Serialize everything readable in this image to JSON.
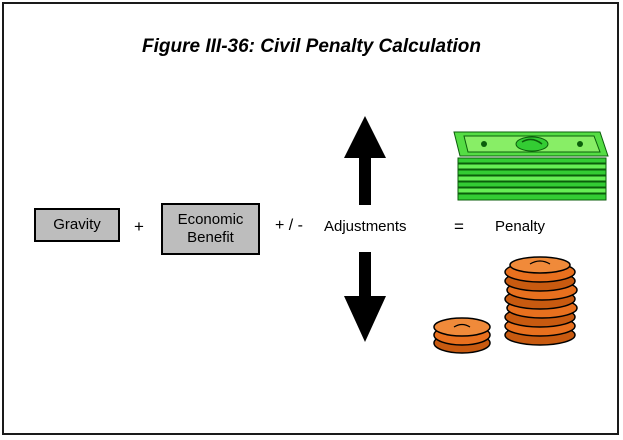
{
  "figure": {
    "title": "Figure III-36:  Civil Penalty Calculation"
  },
  "equation": {
    "term1": "Gravity",
    "op1": "+",
    "term2_line1": "Economic",
    "term2_line2": "Benefit",
    "op2": "+ / -",
    "term3": "Adjustments",
    "op3": "=",
    "result": "Penalty"
  },
  "icons": {
    "arrow_up": "arrow-up-icon",
    "arrow_down": "arrow-down-icon",
    "money": "money-stack-icon",
    "coins": "coin-stack-icon"
  },
  "colors": {
    "box_fill": "#bdbdbd",
    "money_green": "#33cc33",
    "coin_orange": "#e8701e"
  }
}
